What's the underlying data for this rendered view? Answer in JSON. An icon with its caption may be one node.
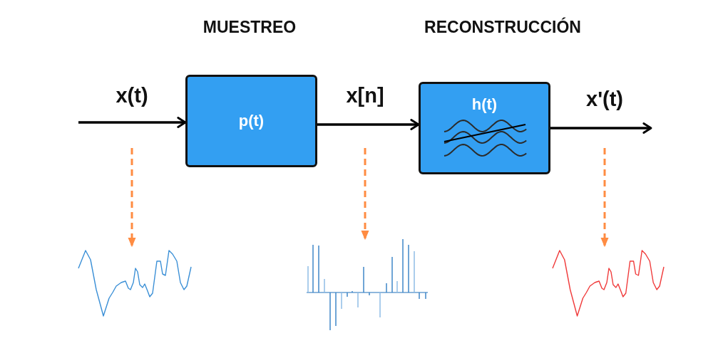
{
  "diagram": {
    "nodes": [
      {
        "text": [
          "p(t)"
        ]
      },
      {
        "text": [
          "h(t)"
        ]
      },
      {
        "text": [],
        "shape": "picture"
      },
      {
        "text": [],
        "shape": "picture"
      },
      {
        "text": [],
        "shape": "picture"
      }
    ],
    "edges": [
      {
        "from": null,
        "to": 0,
        "arrow": "to",
        "label": "x(t)"
      },
      {
        "from": 0,
        "to": 1,
        "arrow": "to",
        "label": "x[n]"
      },
      {
        "from": 1,
        "to": null,
        "arrow": "to",
        "label": "x'(t)"
      },
      {
        "from": null,
        "to": 2,
        "arrow": "to",
        "style": "dashed",
        "color": "#ff8c42"
      },
      {
        "from": null,
        "to": 3,
        "arrow": "to",
        "style": "dashed",
        "color": "#ff8c42"
      },
      {
        "from": null,
        "to": 4,
        "arrow": "to",
        "style": "dashed",
        "color": "#ff8c42"
      }
    ],
    "labels": [
      "MUESTREO",
      "RECONSTRUCCIÓN"
    ]
  }
}
